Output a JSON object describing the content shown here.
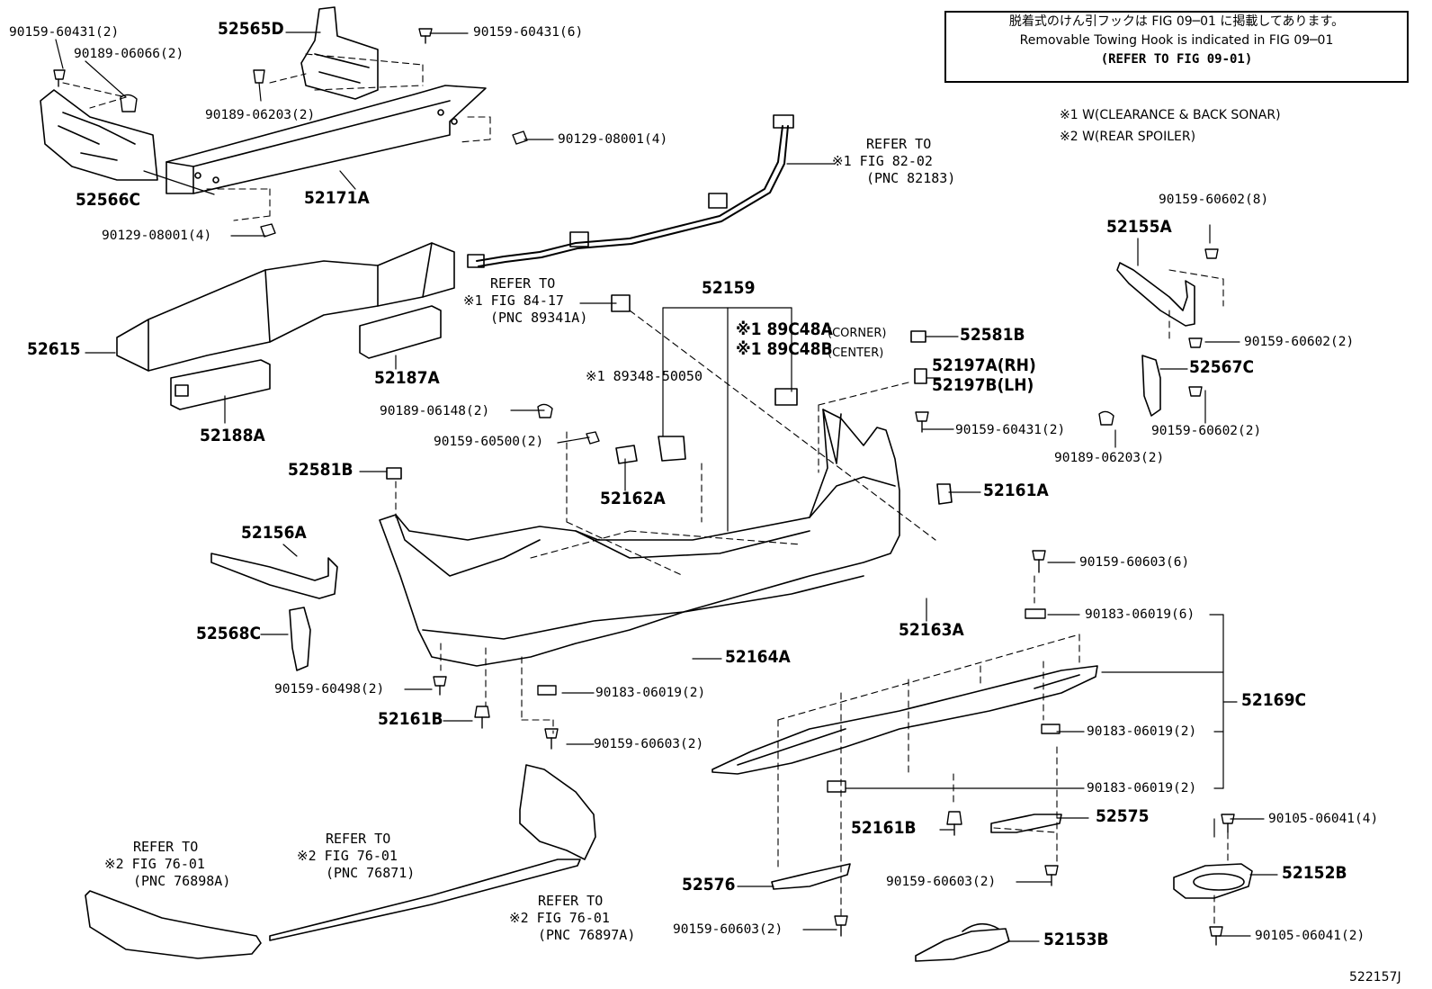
{
  "note": {
    "line1": "脱着式のけん引フックは FIG 09─01 に掲載してあります。",
    "line2": "Removable Towing Hook is indicated in FIG 09─01",
    "line3": "(REFER TO FIG 09-01)"
  },
  "legend": {
    "l1": "※1 W(CLEARANCE & BACK SONAR)",
    "l2": "※2 W(REAR SPOILER)"
  },
  "drawing_code": "522157J",
  "refs": {
    "r1": [
      "REFER TO",
      "※1 FIG 82-02",
      "(PNC 82183)"
    ],
    "r2": [
      "REFER TO",
      "※1 FIG 84-17",
      "(PNC 89341A)"
    ],
    "r3": [
      "REFER TO",
      "※2 FIG 76-01",
      "(PNC 76898A)"
    ],
    "r4": [
      "REFER TO",
      "※2 FIG 76-01",
      "(PNC 76871)"
    ],
    "r5": [
      "REFER TO",
      "※2 FIG 76-01",
      "(PNC 76897A)"
    ]
  },
  "parts": {
    "p1": "90159-60431(2)",
    "p2": "90189-06066(2)",
    "p3": "52565D",
    "p4": "90159-60431(6)",
    "p5": "90189-06203(2)",
    "p6": "90129-08001(4)",
    "p7": "52566C",
    "p8": "52171A",
    "p9": "90129-08001(4)",
    "p10": "52615",
    "p11": "52187A",
    "p12": "52188A",
    "p13": "52159",
    "p14": "※1 89C48A",
    "p14b": "(CORNER)",
    "p15": "※1 89C48B",
    "p15b": "(CENTER)",
    "p16": "※1 89348-50050",
    "p17": "52581B",
    "p18": "52197A(RH)",
    "p19": "52197B(LH)",
    "p20": "90159-60431(2)",
    "p21": "90189-06148(2)",
    "p22": "90159-60500(2)",
    "p23": "52162A",
    "p24": "52161A",
    "p25": "52581B",
    "p26": "52156A",
    "p27": "52568C",
    "p28": "90159-60498(2)",
    "p29": "52161B",
    "p30": "90183-06019(2)",
    "p31": "90159-60603(2)",
    "p32": "52164A",
    "p33": "52163A",
    "p34": "90159-60603(6)",
    "p35": "90183-06019(6)",
    "p36": "52169C",
    "p37": "90183-06019(2)",
    "p38": "90183-06019(2)",
    "p39": "52161B",
    "p40": "52575",
    "p41": "90159-60603(2)",
    "p42": "52576",
    "p43": "90159-60603(2)",
    "p44": "52153B",
    "p45": "90105-06041(4)",
    "p46": "52152B",
    "p47": "90105-06041(2)",
    "p48": "52155A",
    "p49": "90159-60602(8)",
    "p50": "90159-60602(2)",
    "p51": "52567C",
    "p52": "90159-60602(2)",
    "p53": "90189-06203(2)"
  }
}
